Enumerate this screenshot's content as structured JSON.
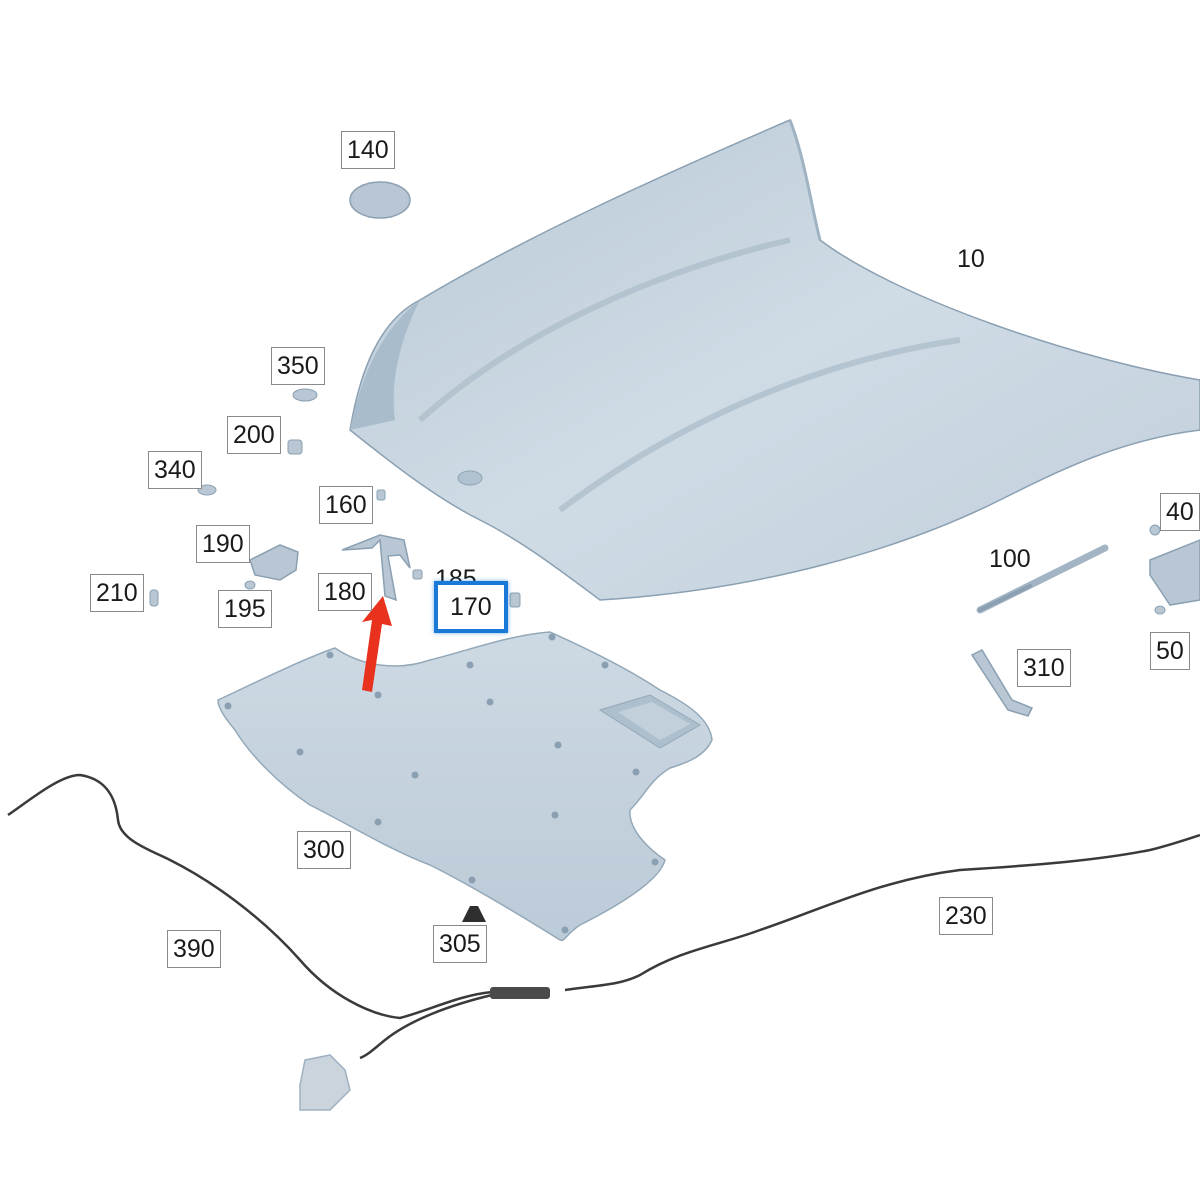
{
  "callouts": {
    "c10": "10",
    "c40": "40",
    "c50": "50",
    "c100": "100",
    "c140": "140",
    "c160": "160",
    "c170": "170",
    "c180": "180",
    "c185": "185",
    "c190": "190",
    "c195": "195",
    "c200": "200",
    "c210": "210",
    "c230": "230",
    "c300": "300",
    "c305": "305",
    "c310": "310",
    "c340": "340",
    "c350": "350",
    "c390": "390"
  },
  "colors": {
    "part_fill": "#c5d3de",
    "part_shade": "#9fb1c0",
    "part_edge": "#7f95a7",
    "cable": "#3a3a3a",
    "highlight_box": "#1a78d6",
    "arrow": "#e8321e"
  },
  "highlighted_callout": "170"
}
